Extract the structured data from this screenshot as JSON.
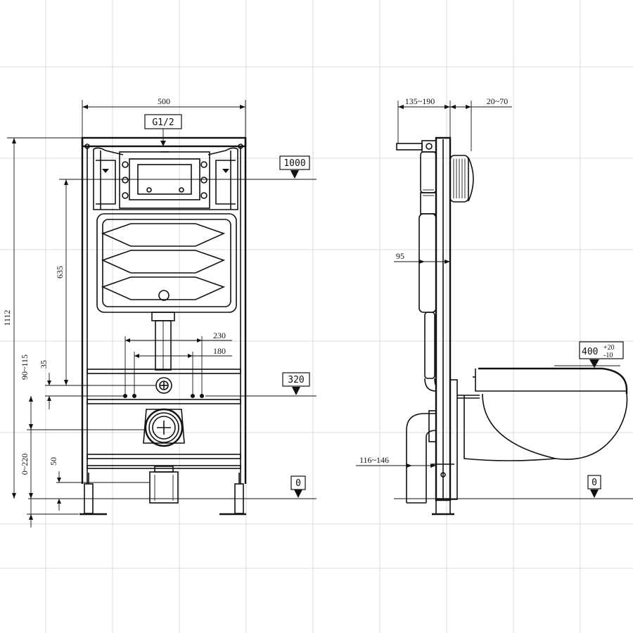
{
  "front_view": {
    "width_dim": "500",
    "inlet_label": "G1/2",
    "height_dim": "1112",
    "dim_635": "635",
    "dim_230": "230",
    "dim_180": "180",
    "dim_35": "35",
    "dim_90_115": "90~115",
    "dim_0_220": "0~220",
    "dim_50": "50",
    "level_1000": "1000",
    "level_320": "320",
    "level_0": "0"
  },
  "side_view": {
    "dim_135_190": "135~190",
    "dim_20_70": "20~70",
    "dim_95": "95",
    "dim_116_146": "116~146",
    "level_0": "0",
    "level_400_main": "400",
    "level_400_tol_plus": "+20",
    "level_400_tol_minus": "-10"
  }
}
